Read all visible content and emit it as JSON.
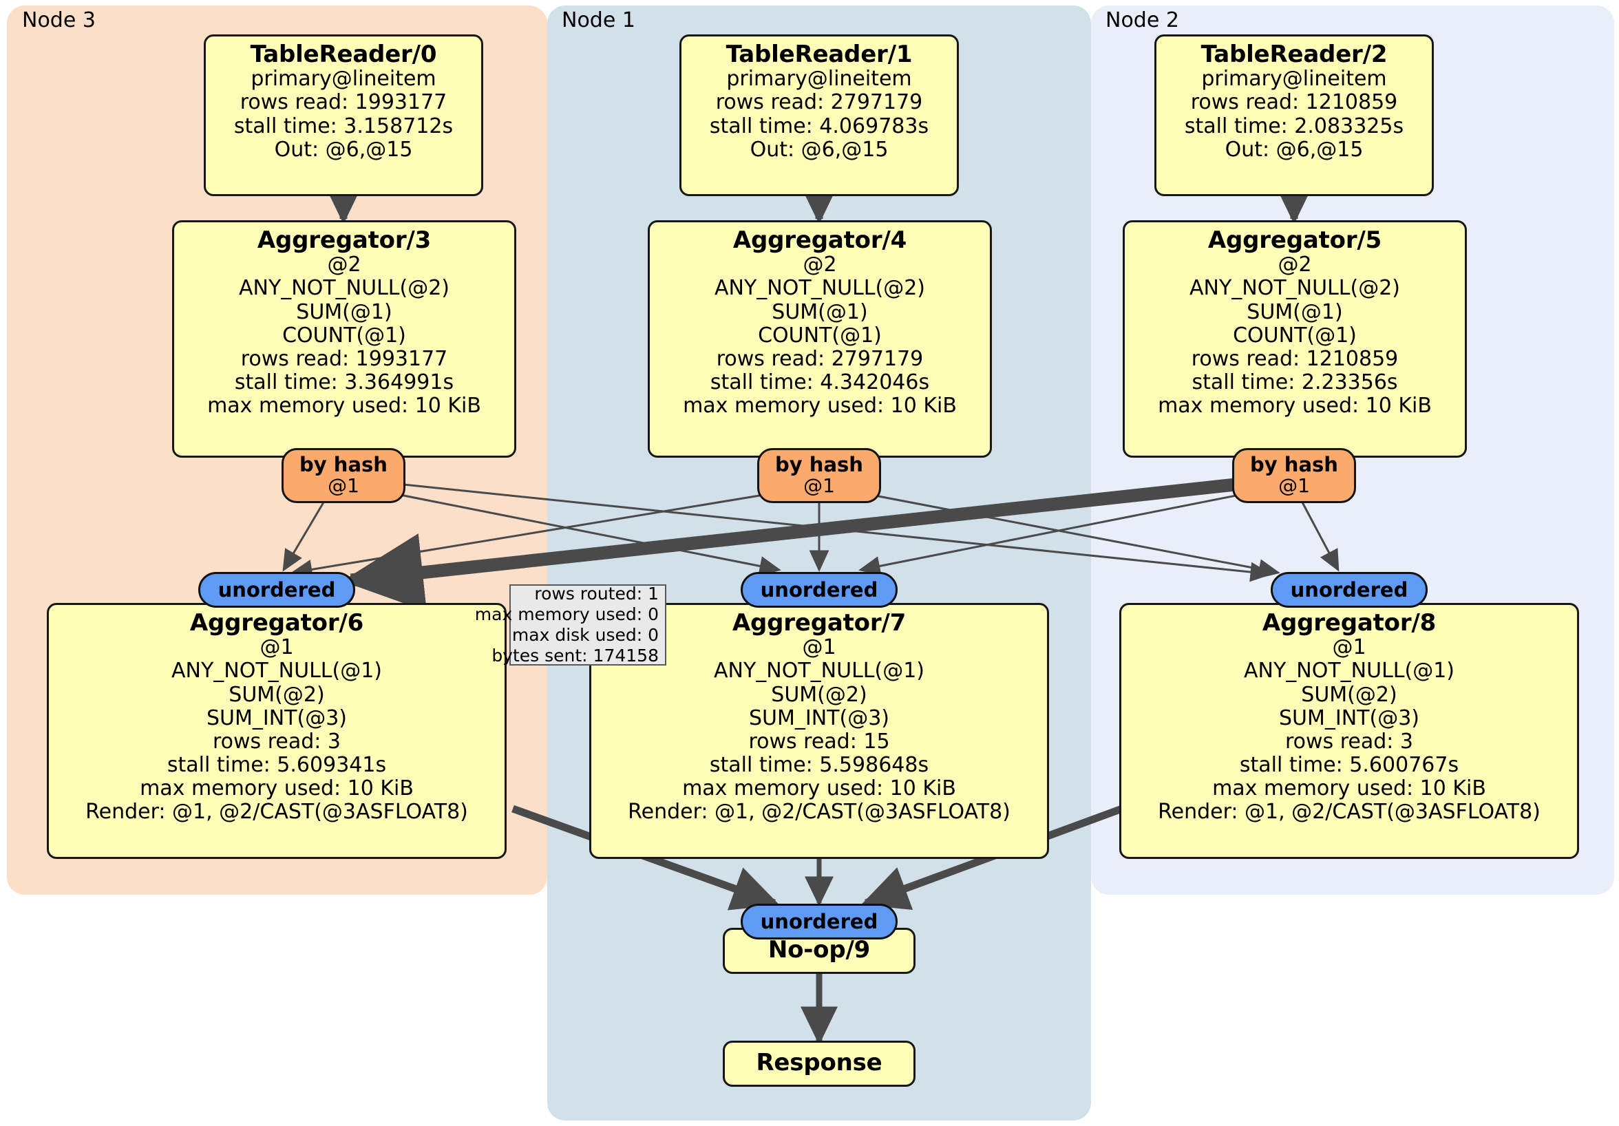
{
  "clusters": [
    {
      "id": "node3",
      "label": "Node 3",
      "color": "#fcdfc9"
    },
    {
      "id": "node1",
      "label": "Node 1",
      "color": "#d2e0ea"
    },
    {
      "id": "node2",
      "label": "Node 2",
      "color": "#eaeef9"
    }
  ],
  "table_readers": [
    {
      "title": "TableReader/0",
      "lines": [
        "primary@lineitem",
        "rows read: 1993177",
        "stall time: 3.158712s",
        "Out: @6,@15"
      ]
    },
    {
      "title": "TableReader/1",
      "lines": [
        "primary@lineitem",
        "rows read: 2797179",
        "stall time: 4.069783s",
        "Out: @6,@15"
      ]
    },
    {
      "title": "TableReader/2",
      "lines": [
        "primary@lineitem",
        "rows read: 1210859",
        "stall time: 2.083325s",
        "Out: @6,@15"
      ]
    }
  ],
  "aggregators_mid": [
    {
      "title": "Aggregator/3",
      "lines": [
        "@2",
        "ANY_NOT_NULL(@2)",
        "SUM(@1)",
        "COUNT(@1)",
        "rows read: 1993177",
        "stall time: 3.364991s",
        "max memory used: 10 KiB"
      ]
    },
    {
      "title": "Aggregator/4",
      "lines": [
        "@2",
        "ANY_NOT_NULL(@2)",
        "SUM(@1)",
        "COUNT(@1)",
        "rows read: 2797179",
        "stall time: 4.342046s",
        "max memory used: 10 KiB"
      ]
    },
    {
      "title": "Aggregator/5",
      "lines": [
        "@2",
        "ANY_NOT_NULL(@2)",
        "SUM(@1)",
        "COUNT(@1)",
        "rows read: 1210859",
        "stall time: 2.23356s",
        "max memory used: 10 KiB"
      ]
    }
  ],
  "aggregators_bottom": [
    {
      "title": "Aggregator/6",
      "lines": [
        "@1",
        "ANY_NOT_NULL(@1)",
        "SUM(@2)",
        "SUM_INT(@3)",
        "rows read: 3",
        "stall time: 5.609341s",
        "max memory used: 10 KiB",
        "Render: @1, @2/CAST(@3ASFLOAT8)"
      ]
    },
    {
      "title": "Aggregator/7",
      "lines": [
        "@1",
        "ANY_NOT_NULL(@1)",
        "SUM(@2)",
        "SUM_INT(@3)",
        "rows read: 15",
        "stall time: 5.598648s",
        "max memory used: 10 KiB",
        "Render: @1, @2/CAST(@3ASFLOAT8)"
      ]
    },
    {
      "title": "Aggregator/8",
      "lines": [
        "@1",
        "ANY_NOT_NULL(@1)",
        "SUM(@2)",
        "SUM_INT(@3)",
        "rows read: 3",
        "stall time: 5.600767s",
        "max memory used: 10 KiB",
        "Render: @1, @2/CAST(@3ASFLOAT8)"
      ]
    }
  ],
  "routers": [
    {
      "title": "by hash",
      "sub": "@1"
    },
    {
      "title": "by hash",
      "sub": "@1"
    },
    {
      "title": "by hash",
      "sub": "@1"
    }
  ],
  "synchronizers": [
    {
      "label": "unordered"
    },
    {
      "label": "unordered"
    },
    {
      "label": "unordered"
    },
    {
      "label": "unordered"
    }
  ],
  "stats_box": {
    "lines": [
      "rows routed: 1",
      "max memory used: 0",
      "max disk used: 0",
      "bytes sent: 174158"
    ]
  },
  "terminal": {
    "noop_title": "No-op/9",
    "response_title": "Response"
  },
  "colors": {
    "operator_fill": "#fffdb8",
    "router_fill": "#fbaa6d",
    "sync_fill": "#5f9af4",
    "edge": "#4a4a4a",
    "node3_panel": "#fcdfc9",
    "node1_panel": "#d2e0ea",
    "node2_panel": "#eaeef9",
    "stats_fill": "#e9e9e9"
  }
}
